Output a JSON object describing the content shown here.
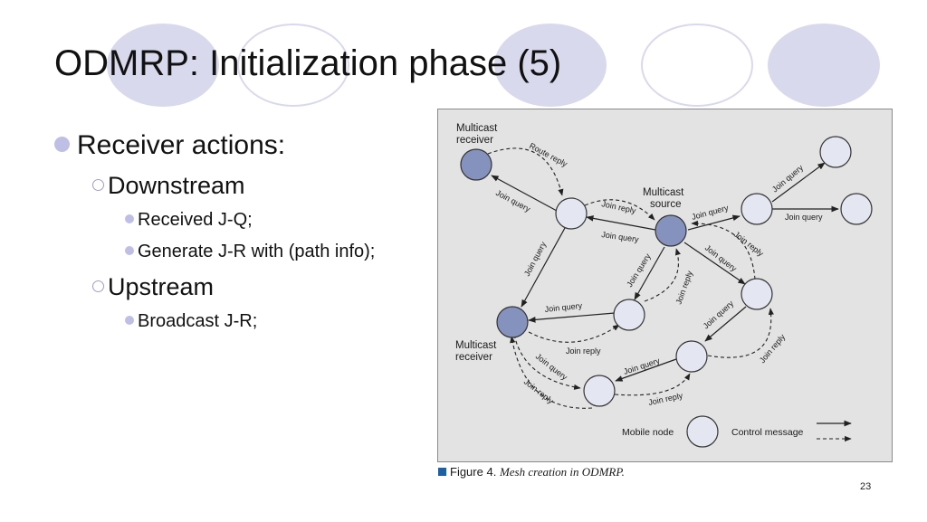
{
  "slide": {
    "title": "ODMRP: Initialization phase (5)",
    "page_number": "23",
    "accent_color": "#d9d9ee"
  },
  "bullets": {
    "receiver_actions": "Receiver actions:",
    "downstream": "Downstream",
    "received_jq": "Received J-Q;",
    "generate_jr": "Generate J-R with (path info);",
    "upstream": "Upstream",
    "broadcast_jr": "Broadcast J-R;"
  },
  "figure": {
    "caption_label": "Figure 4.",
    "caption_text": "Mesh creation in ODMRP.",
    "node_labels": {
      "receiver_top_1": "Multicast",
      "receiver_top_2": "receiver",
      "source_1": "Multicast",
      "source_2": "source",
      "receiver_bottom_1": "Multicast",
      "receiver_bottom_2": "receiver"
    },
    "edge_labels": {
      "route_reply": "Route reply",
      "join_query": "Join query",
      "join_reply": "Join reply"
    },
    "legend": {
      "mobile_node": "Mobile node",
      "control_message": "Control message"
    },
    "colors": {
      "receiver_node": "#8592be",
      "mobile_node": "#e4e7f2",
      "background": "#e3e3e3"
    }
  }
}
